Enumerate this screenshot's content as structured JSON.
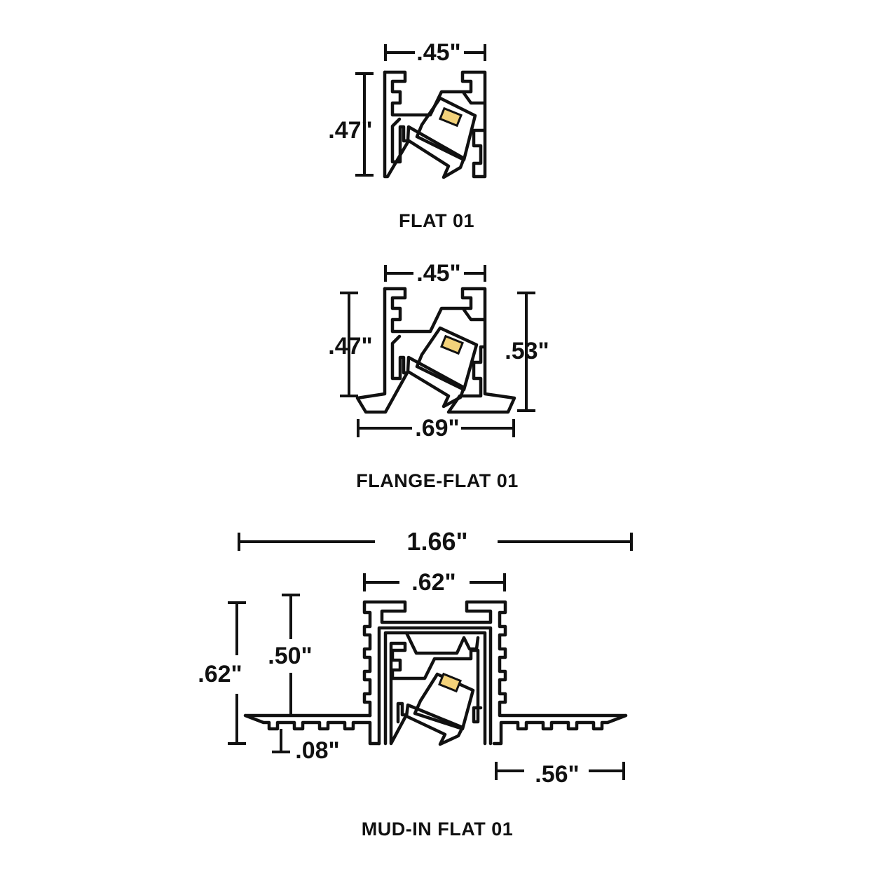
{
  "colors": {
    "line": "#111111",
    "background": "#ffffff",
    "led": "#f3d27a"
  },
  "profiles": [
    {
      "title": "FLAT 01",
      "dimensions": {
        "width": ".45\"",
        "height": ".47\""
      }
    },
    {
      "title": "FLANGE-FLAT 01",
      "dimensions": {
        "width": ".45\"",
        "inner_height": ".47\"",
        "total_height": ".53\"",
        "flange_width": ".69\""
      }
    },
    {
      "title": "MUD-IN FLAT 01",
      "dimensions": {
        "total_width": "1.66\"",
        "channel_width": ".62\"",
        "total_height": ".62\"",
        "channel_height": ".50\"",
        "flange_thickness": ".08\"",
        "wing_width": ".56\""
      }
    }
  ]
}
